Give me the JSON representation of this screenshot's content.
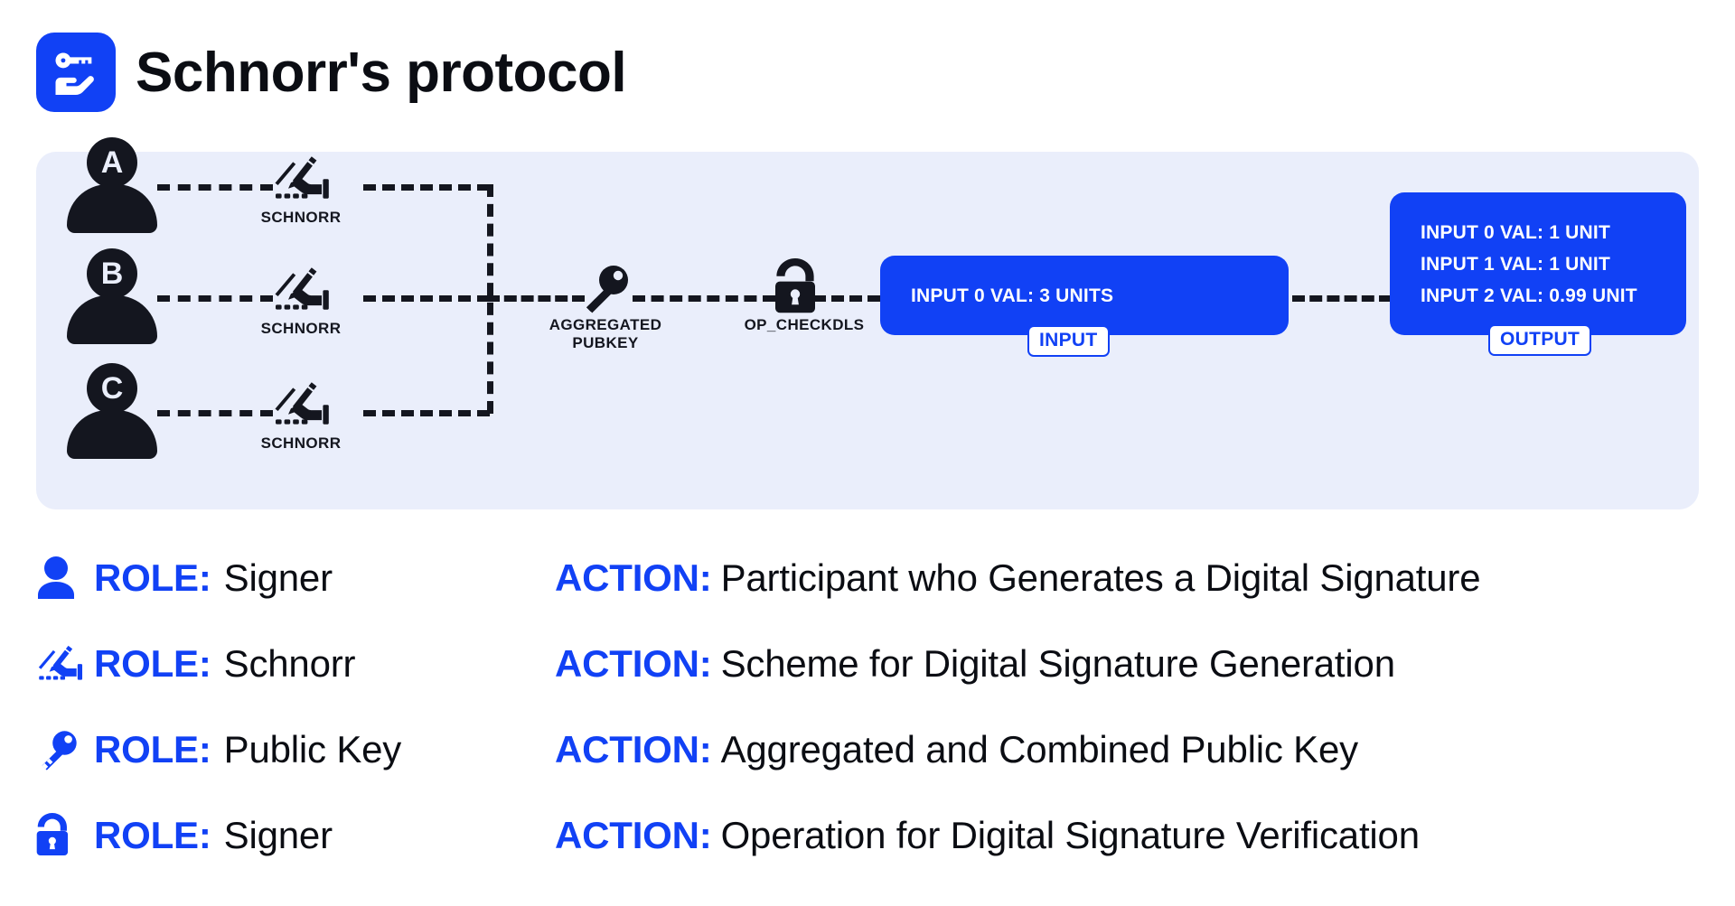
{
  "header": {
    "title": "Schnorr's protocol",
    "icon": "key-in-hand-icon"
  },
  "colors": {
    "brand_blue": "#1141F5",
    "panel_bg": "#eaeefb",
    "ink": "#14161f",
    "page_bg": "#ffffff"
  },
  "diagram": {
    "signers": [
      {
        "letter": "A",
        "sign_label": "SCHNORR",
        "sign_icon": "hand-signing-icon"
      },
      {
        "letter": "B",
        "sign_label": "SCHNORR",
        "sign_icon": "hand-signing-icon"
      },
      {
        "letter": "C",
        "sign_label": "SCHNORR",
        "sign_icon": "hand-signing-icon"
      }
    ],
    "aggregated": {
      "icon": "key-icon",
      "label_line1": "AGGREGATED",
      "label_line2": "PUBKEY"
    },
    "verify": {
      "icon": "unlock-icon",
      "label": "OP_CHECKDLS"
    },
    "input_box": {
      "badge": "INPUT",
      "rows": [
        {
          "index": "INPUT 0",
          "value": "VAL: 3 UNITS"
        }
      ]
    },
    "output_box": {
      "badge": "OUTPUT",
      "rows": [
        {
          "index": "INPUT 0",
          "value": "VAL: 1 UNIT"
        },
        {
          "index": "INPUT 1",
          "value": "VAL: 1 UNIT"
        },
        {
          "index": "INPUT 2",
          "value": "VAL: 0.99 UNIT"
        }
      ]
    }
  },
  "legend": {
    "role_key": "ROLE:",
    "action_key": "ACTION:",
    "rows": [
      {
        "icon": "person-icon",
        "role": "Signer",
        "action": "Participant who Generates a Digital Signature"
      },
      {
        "icon": "hand-signing-icon",
        "role": "Schnorr",
        "action": "Scheme for Digital Signature Generation"
      },
      {
        "icon": "key-icon",
        "role": "Public Key",
        "action": "Aggregated and Combined Public Key"
      },
      {
        "icon": "unlock-icon",
        "role": "Signer",
        "action": "Operation for Digital Signature Verification"
      }
    ]
  }
}
